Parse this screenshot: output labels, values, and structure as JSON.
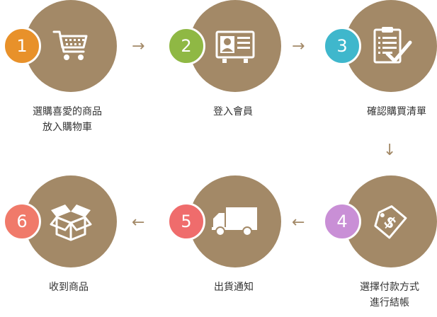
{
  "steps": [
    {
      "number": "1",
      "label_line1": "選購喜愛的商品",
      "label_line2": "放入購物車",
      "icon": "shopping-cart-icon",
      "badge_color": "#e8912a"
    },
    {
      "number": "2",
      "label_line1": "登入會員",
      "icon": "member-id-card-icon",
      "badge_color": "#8fb844"
    },
    {
      "number": "3",
      "label_line1": "確認購買清單",
      "icon": "checklist-clipboard-icon",
      "badge_color": "#3fb7cc"
    },
    {
      "number": "4",
      "label_line1": "選擇付款方式",
      "label_line2": "進行結帳",
      "icon": "price-tag-dollar-icon",
      "badge_color": "#c98fd6"
    },
    {
      "number": "5",
      "label_line1": "出貨通知",
      "icon": "delivery-truck-icon",
      "badge_color": "#ef6c6c"
    },
    {
      "number": "6",
      "label_line1": "收到商品",
      "icon": "open-box-icon",
      "badge_color": "#f07a6a"
    }
  ],
  "arrows": {
    "right": "→",
    "down": "↓",
    "left": "←"
  },
  "colors": {
    "circle": "#a38967",
    "arrow": "#a38967",
    "text": "#333333"
  }
}
